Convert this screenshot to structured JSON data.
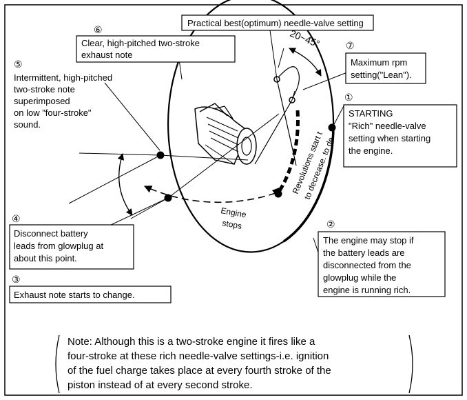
{
  "labels": {
    "n1": "①",
    "n2": "②",
    "n3": "③",
    "n4": "④",
    "n5": "⑤",
    "n6": "⑥",
    "n7": "⑦",
    "practical_best": "Practical best(optimum) needle-valve setting",
    "clear_line1": "Clear, high-pitched two-stroke",
    "clear_line2": "exhaust note",
    "intermittent_lines": [
      "Intermittent, high-pitched",
      "two-stroke note",
      "superimposed",
      "on low \"four-stroke\"",
      "sound."
    ],
    "max_rpm_lines": [
      "Maximum rpm",
      "setting(\"Lean\")."
    ],
    "starting_lines": [
      "STARTING",
      "\"Rich\" needle-valve",
      "setting when starting",
      "the engine."
    ],
    "disconnect_lines": [
      "Disconnect battery",
      "leads from glowplug at",
      "about this point."
    ],
    "exhaust_change": "Exhaust note starts to change.",
    "engine_stop_lines": [
      "The engine may stop if",
      "the battery leads are",
      "disconnected from the",
      "glowplug while the",
      "engine is running rich."
    ],
    "angle": "20~45°",
    "revolutions_lines": [
      "Revolutions start t",
      "to decrease. to de"
    ],
    "engine_stops_lines": [
      "Engine",
      "stops"
    ]
  },
  "note": {
    "lines": [
      "Note: Although this is a two-stroke engine it fires like a",
      "four-stroke at these rich needle-valve settings-i.e. ignition",
      "of the fuel charge takes place at every fourth stroke of the",
      "piston instead of at every second stroke."
    ]
  }
}
